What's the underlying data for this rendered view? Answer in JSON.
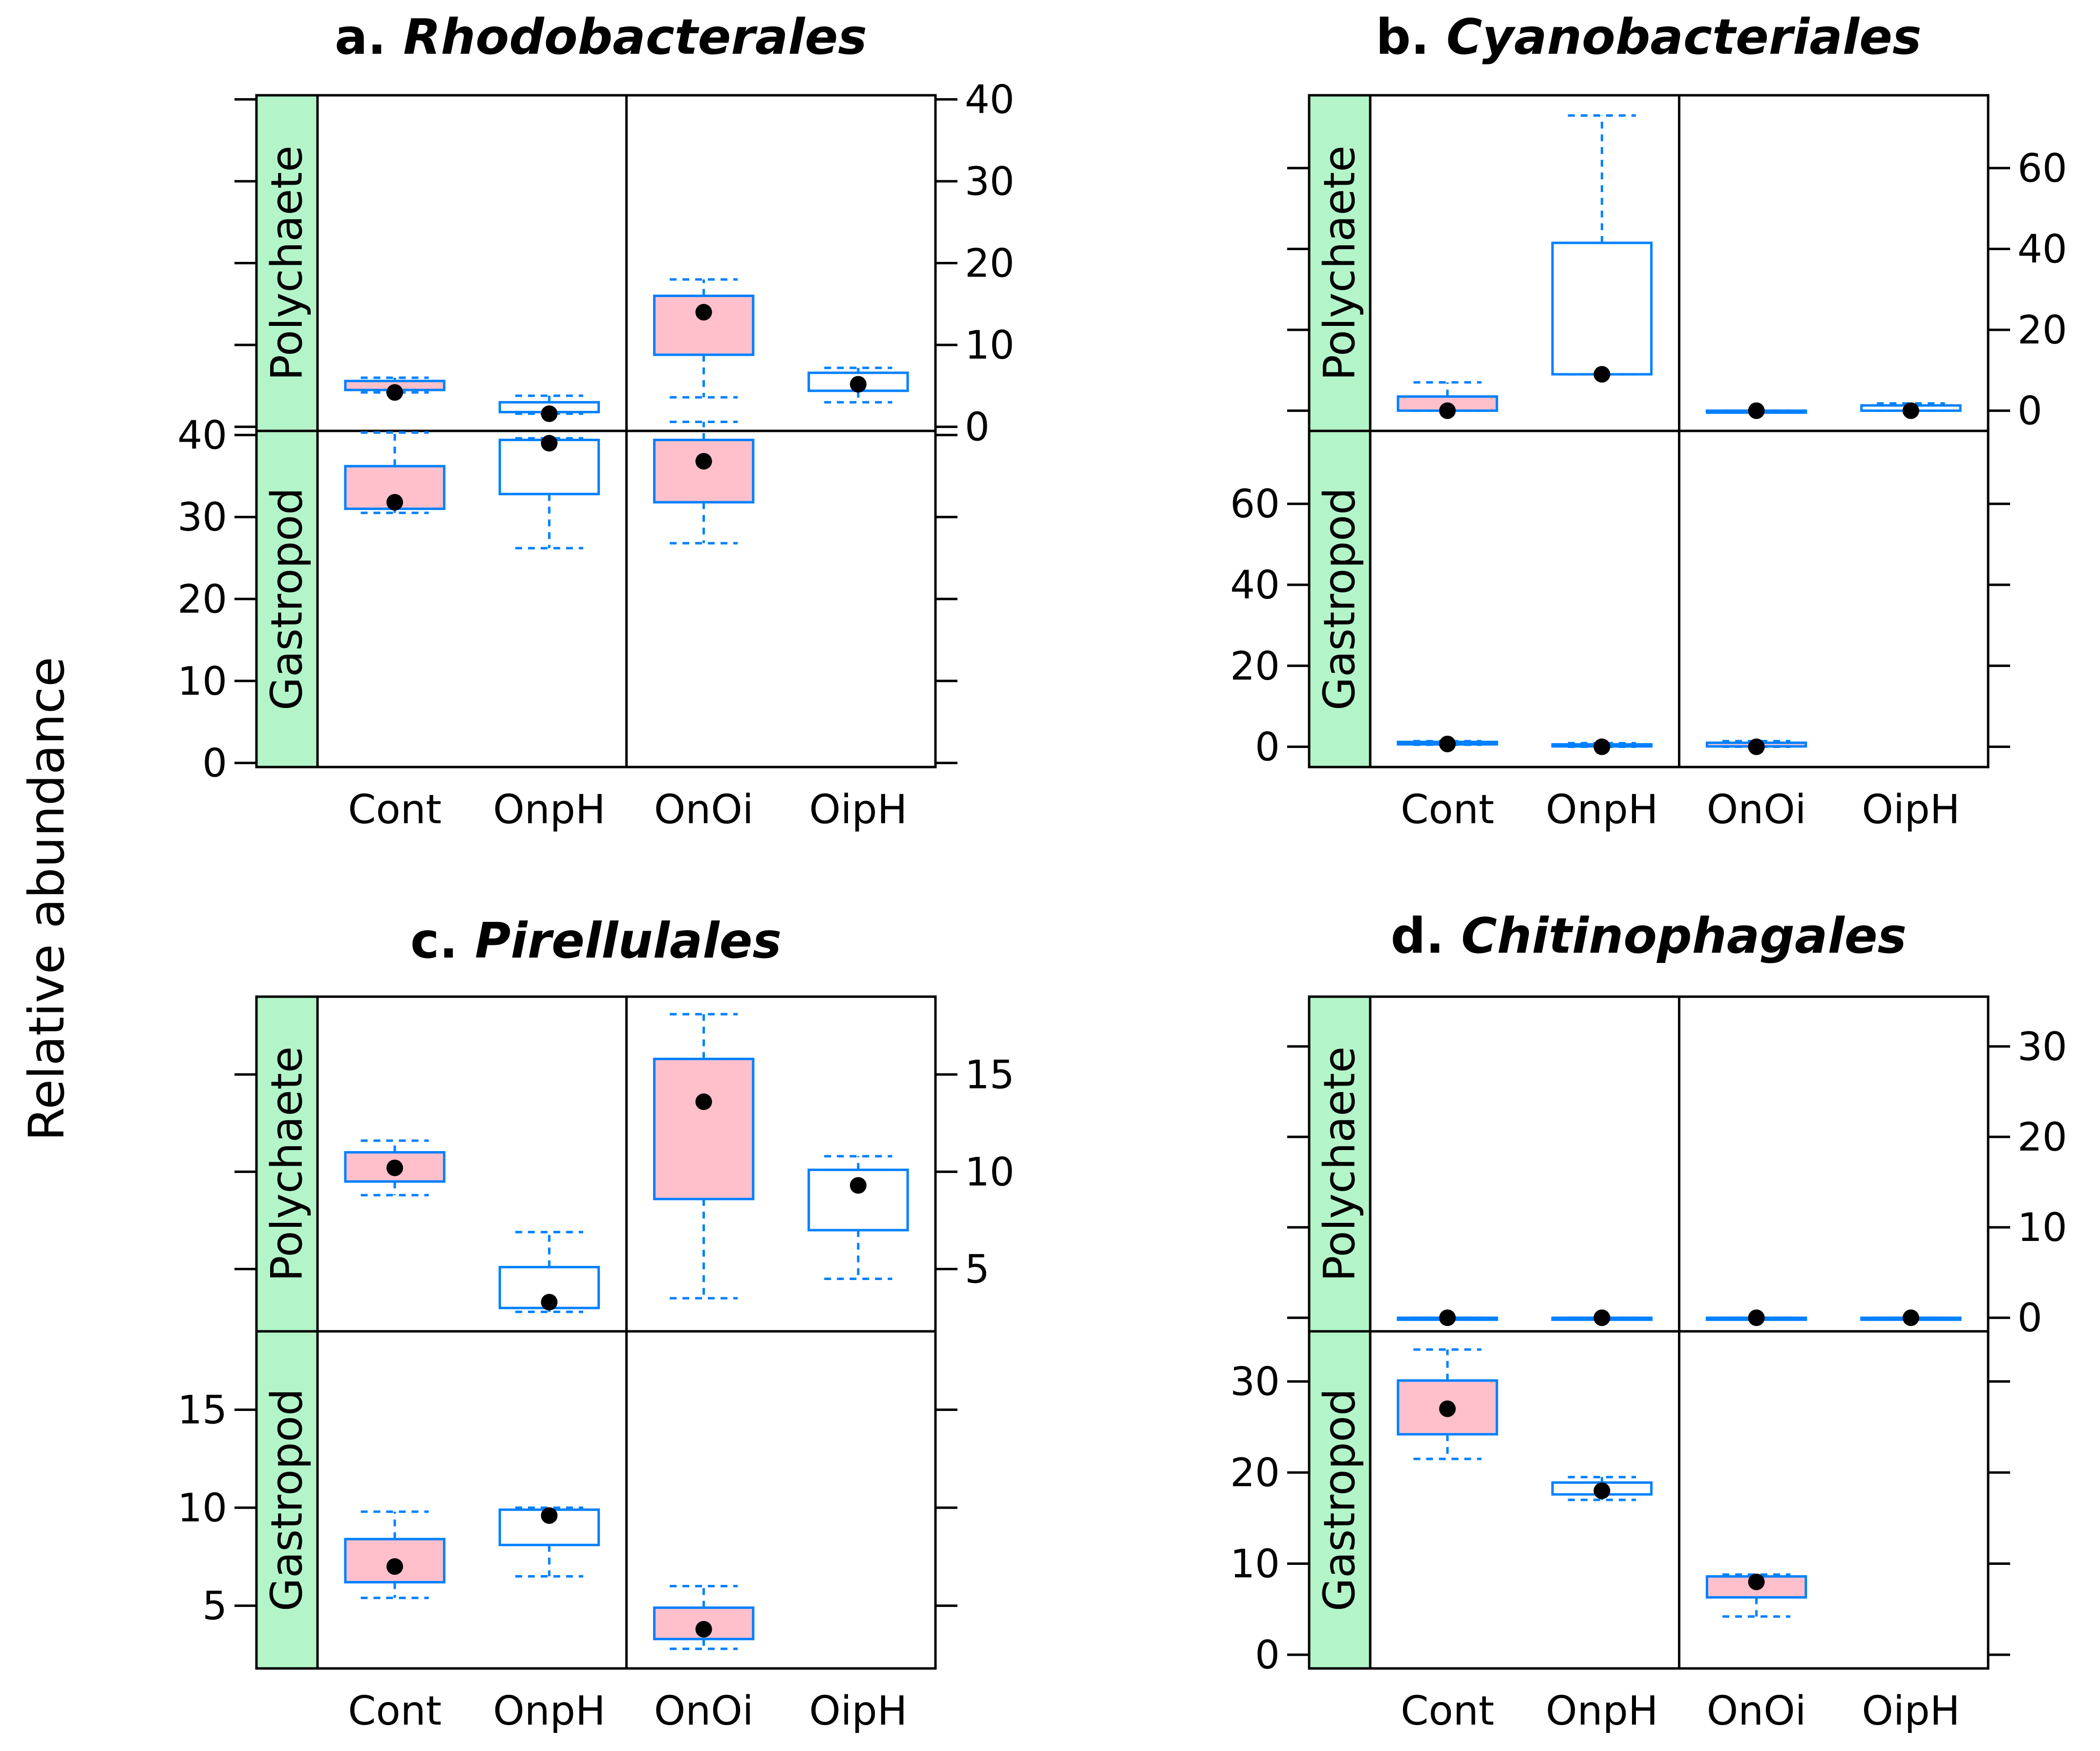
{
  "figure": {
    "ylabel": "Relative abundance",
    "panel_colors": {
      "strip": "#B3F5C9",
      "box_stroke": "#0080FF",
      "box_fill_pink": "#FFC0CB",
      "median_dot": "#000000"
    }
  },
  "chart_data": [
    {
      "type": "box",
      "panel_letter": "a.",
      "title": "Rhodobacterales",
      "categories": [
        "Cont",
        "OnpH",
        "OnOi",
        "OipH"
      ],
      "rows": [
        "Polychaete",
        "Gastropod"
      ],
      "ylim": [
        -0.5,
        40.5
      ],
      "yticks": [
        0,
        10,
        20,
        30,
        40
      ],
      "tick_labels": [
        "0",
        "10",
        "20",
        "30",
        "40"
      ],
      "boxes": [
        {
          "row": "Polychaete",
          "category": "Cont",
          "whisker_low": 4.2,
          "q1": 4.5,
          "median": 4.2,
          "q3": 5.6,
          "whisker_high": 6.0,
          "fill": "pink"
        },
        {
          "row": "Polychaete",
          "category": "OnpH",
          "whisker_low": 1.6,
          "q1": 1.8,
          "median": 1.6,
          "q3": 3.0,
          "whisker_high": 3.8,
          "fill": "white"
        },
        {
          "row": "Polychaete",
          "category": "OnOi",
          "whisker_low": 3.6,
          "q1": 8.8,
          "median": 14.0,
          "q3": 16.0,
          "whisker_high": 18.0,
          "fill": "pink"
        },
        {
          "row": "Polychaete",
          "category": "OipH",
          "whisker_low": 3.0,
          "q1": 4.4,
          "median": 5.2,
          "q3": 6.6,
          "whisker_high": 7.2,
          "fill": "white"
        },
        {
          "row": "Gastropod",
          "category": "Cont",
          "whisker_low": 30.5,
          "q1": 31.0,
          "median": 31.8,
          "q3": 36.2,
          "whisker_high": 40.3,
          "fill": "pink"
        },
        {
          "row": "Gastropod",
          "category": "OnpH",
          "whisker_low": 26.2,
          "q1": 32.8,
          "median": 39.0,
          "q3": 39.4,
          "whisker_high": 39.6,
          "fill": "white"
        },
        {
          "row": "Gastropod",
          "category": "OnOi",
          "whisker_low": 26.8,
          "q1": 31.8,
          "median": 36.8,
          "q3": 39.4,
          "whisker_high": 41.6,
          "fill": "pink"
        }
      ]
    },
    {
      "type": "box",
      "panel_letter": "b.",
      "title": "Cyanobacteriales",
      "categories": [
        "Cont",
        "OnpH",
        "OnOi",
        "OipH"
      ],
      "rows": [
        "Polychaete",
        "Gastropod"
      ],
      "ylim": [
        -5,
        78
      ],
      "yticks": [
        0,
        20,
        40,
        60
      ],
      "tick_labels": [
        "0",
        "20",
        "40",
        "60"
      ],
      "boxes": [
        {
          "row": "Polychaete",
          "category": "Cont",
          "whisker_low": 0.0,
          "q1": 0.0,
          "median": 0.0,
          "q3": 3.5,
          "whisker_high": 7.0,
          "fill": "pink"
        },
        {
          "row": "Polychaete",
          "category": "OnpH",
          "whisker_low": 9.0,
          "q1": 9.0,
          "median": 9.0,
          "q3": 41.5,
          "whisker_high": 73.0,
          "fill": "white"
        },
        {
          "row": "Polychaete",
          "category": "OnOi",
          "whisker_low": 0.0,
          "q1": 0.0,
          "median": 0.0,
          "q3": 0.0,
          "whisker_high": 0.0,
          "fill": "white"
        },
        {
          "row": "Polychaete",
          "category": "OipH",
          "whisker_low": 0.0,
          "q1": 0.0,
          "median": 0.0,
          "q3": 1.3,
          "whisker_high": 1.8,
          "fill": "white"
        },
        {
          "row": "Gastropod",
          "category": "Cont",
          "whisker_low": 0.5,
          "q1": 0.6,
          "median": 0.7,
          "q3": 1.2,
          "whisker_high": 1.4,
          "fill": "white"
        },
        {
          "row": "Gastropod",
          "category": "OnpH",
          "whisker_low": 0.0,
          "q1": 0.1,
          "median": 0.0,
          "q3": 0.6,
          "whisker_high": 0.9,
          "fill": "white"
        },
        {
          "row": "Gastropod",
          "category": "OnOi",
          "whisker_low": 0.0,
          "q1": 0.1,
          "median": 0.0,
          "q3": 1.0,
          "whisker_high": 1.4,
          "fill": "pink"
        }
      ]
    },
    {
      "type": "box",
      "panel_letter": "c.",
      "title": "Pirellulales",
      "categories": [
        "Cont",
        "OnpH",
        "OnOi",
        "OipH"
      ],
      "rows": [
        "Polychaete",
        "Gastropod"
      ],
      "ylim": [
        1.8,
        19.0
      ],
      "yticks": [
        5,
        10,
        15
      ],
      "tick_labels": [
        "5",
        "10",
        "15"
      ],
      "boxes": [
        {
          "row": "Polychaete",
          "category": "Cont",
          "whisker_low": 8.8,
          "q1": 9.5,
          "median": 10.2,
          "q3": 11.0,
          "whisker_high": 11.6,
          "fill": "pink"
        },
        {
          "row": "Polychaete",
          "category": "OnpH",
          "whisker_low": 2.8,
          "q1": 3.0,
          "median": 3.3,
          "q3": 5.1,
          "whisker_high": 6.9,
          "fill": "white"
        },
        {
          "row": "Polychaete",
          "category": "OnOi",
          "whisker_low": 3.5,
          "q1": 8.6,
          "median": 13.6,
          "q3": 15.8,
          "whisker_high": 18.1,
          "fill": "pink"
        },
        {
          "row": "Polychaete",
          "category": "OipH",
          "whisker_low": 4.5,
          "q1": 7.0,
          "median": 9.3,
          "q3": 10.1,
          "whisker_high": 10.8,
          "fill": "white"
        },
        {
          "row": "Gastropod",
          "category": "Cont",
          "whisker_low": 5.4,
          "q1": 6.2,
          "median": 7.0,
          "q3": 8.4,
          "whisker_high": 9.8,
          "fill": "pink"
        },
        {
          "row": "Gastropod",
          "category": "OnpH",
          "whisker_low": 6.5,
          "q1": 8.1,
          "median": 9.6,
          "q3": 9.9,
          "whisker_high": 10.0,
          "fill": "white"
        },
        {
          "row": "Gastropod",
          "category": "OnOi",
          "whisker_low": 2.8,
          "q1": 3.3,
          "median": 3.8,
          "q3": 4.9,
          "whisker_high": 6.0,
          "fill": "pink"
        }
      ]
    },
    {
      "type": "box",
      "panel_letter": "d.",
      "title": "Chitinophagales",
      "categories": [
        "Cont",
        "OnpH",
        "OnOi",
        "OipH"
      ],
      "rows": [
        "Polychaete",
        "Gastropod"
      ],
      "ylim": [
        -1.5,
        35.5
      ],
      "yticks": [
        0,
        10,
        20,
        30
      ],
      "tick_labels": [
        "0",
        "10",
        "20",
        "30"
      ],
      "boxes": [
        {
          "row": "Polychaete",
          "category": "Cont",
          "whisker_low": 0.0,
          "q1": 0.0,
          "median": 0.0,
          "q3": 0.0,
          "whisker_high": 0.0,
          "fill": "white"
        },
        {
          "row": "Polychaete",
          "category": "OnpH",
          "whisker_low": 0.0,
          "q1": 0.0,
          "median": 0.0,
          "q3": 0.0,
          "whisker_high": 0.0,
          "fill": "white"
        },
        {
          "row": "Polychaete",
          "category": "OnOi",
          "whisker_low": 0.0,
          "q1": 0.0,
          "median": 0.0,
          "q3": 0.0,
          "whisker_high": 0.0,
          "fill": "white"
        },
        {
          "row": "Polychaete",
          "category": "OipH",
          "whisker_low": 0.0,
          "q1": 0.0,
          "median": 0.0,
          "q3": 0.0,
          "whisker_high": 0.0,
          "fill": "white"
        },
        {
          "row": "Gastropod",
          "category": "Cont",
          "whisker_low": 21.5,
          "q1": 24.2,
          "median": 27.0,
          "q3": 30.1,
          "whisker_high": 33.5,
          "fill": "pink"
        },
        {
          "row": "Gastropod",
          "category": "OnpH",
          "whisker_low": 17.0,
          "q1": 17.6,
          "median": 18.0,
          "q3": 18.9,
          "whisker_high": 19.5,
          "fill": "white"
        },
        {
          "row": "Gastropod",
          "category": "OnOi",
          "whisker_low": 4.2,
          "q1": 6.3,
          "median": 8.0,
          "q3": 8.6,
          "whisker_high": 8.8,
          "fill": "pink"
        }
      ]
    }
  ]
}
